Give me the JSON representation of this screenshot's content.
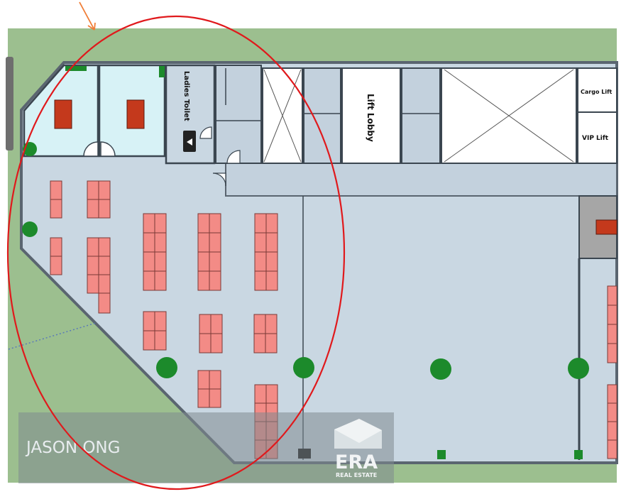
{
  "labels": {
    "ladies_toilet": "Ladies Toilet",
    "lift_lobby": "Lift Lobby",
    "cargo_lift": "Cargo Lift",
    "vip_lift": "VIP Lift"
  },
  "watermark": {
    "name": "JASON ONG",
    "logo_text": "ERA",
    "logo_sub": "REAL ESTATE"
  },
  "colors": {
    "grass": "#9cbf8f",
    "floor": "#c9d7e2",
    "room_light": "#d7f2f6",
    "wall": "#5a6570",
    "desk": "#f38b86",
    "desk_stroke": "#7a3a35",
    "red_block": "#c4391c",
    "plant": "#1c8a2b",
    "highlight_ellipse": "#e0191c",
    "arrow": "#f07d36",
    "watermark_bg": "#7f8b90"
  }
}
